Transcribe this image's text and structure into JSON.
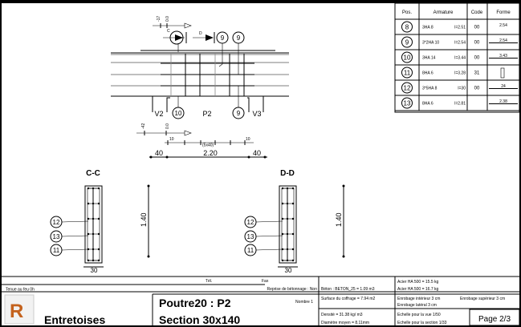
{
  "table": {
    "headers": [
      "Pos.",
      "Armature",
      "Code",
      "Forme"
    ],
    "rows": [
      {
        "pos": "8",
        "armature": "3HA 8",
        "length": "l=2.51",
        "code": "00",
        "forme": "2.54"
      },
      {
        "pos": "9",
        "armature": "3*2HA 10",
        "length": "l=2.54",
        "code": "00",
        "forme": "2.54"
      },
      {
        "pos": "10",
        "armature": "3HA 14",
        "length": "l=3.44",
        "code": "00",
        "forme": "3.43"
      },
      {
        "pos": "11",
        "armature": "8HA 6",
        "length": "l=3.28",
        "code": "31",
        "forme": ""
      },
      {
        "pos": "12",
        "armature": "3*5HA 8",
        "length": "l=30",
        "code": "00",
        "forme": "24"
      },
      {
        "pos": "13",
        "armature": "8HA 6",
        "length": "l=2.81",
        "code": "",
        "forme": "2.38"
      }
    ]
  },
  "elevation": {
    "labels": {
      "v2": "V2",
      "p2": "P2",
      "v3": "V3",
      "cut_c": "C",
      "cut_d": "D"
    },
    "markers": {
      "top_a": "9",
      "top_b": "9",
      "bottom_a": "10",
      "bottom_b": "9"
    },
    "levels_top": [
      "-17",
      "0.0"
    ],
    "levels_bottom": [
      "-42",
      "0.0"
    ],
    "stirrup_dims": [
      "10",
      "(5x40)",
      "10"
    ],
    "dims": [
      "40",
      "2.20",
      "40"
    ]
  },
  "sections": [
    {
      "title": "C-C",
      "markers": [
        "12",
        "13",
        "11"
      ],
      "height": "1.40",
      "width": "30"
    },
    {
      "title": "D-D",
      "markers": [
        "12",
        "13",
        "11"
      ],
      "height": "1.40",
      "width": "30"
    }
  ],
  "title_block": {
    "tel": "Tél.",
    "fax": "Fax",
    "fire": "Tenue au feu 0h",
    "reprise": "Reprise de bétonnage : Non",
    "project": "Entretoises",
    "element": "Poutre20 : P2",
    "section": "Section 30x140",
    "nombre": "Nombre 1",
    "beton": "Béton : BETON_25 = 1.09 m3",
    "coffrage": "Surface du coffrage = 7.94 m2",
    "densite": "Densité = 31.38 kg/ m3",
    "diametre": "Diamètre moyen = 8.11mm",
    "acier1": "Acier HA 500 = 15.5 kg",
    "acier2": "Acier HA 500 = 16.7 kg",
    "enrobage_int": "Enrobage intérieur 3 cm",
    "enrobage_sup": "Enrobage supérieur 3 cm",
    "enrobage_lat": "Enrobage latéral 3 cm",
    "echelle_vue": "Echelle pour la vue 1/50",
    "echelle_section": "Echelle pour la section 1/33",
    "page": "Page 2/3"
  }
}
